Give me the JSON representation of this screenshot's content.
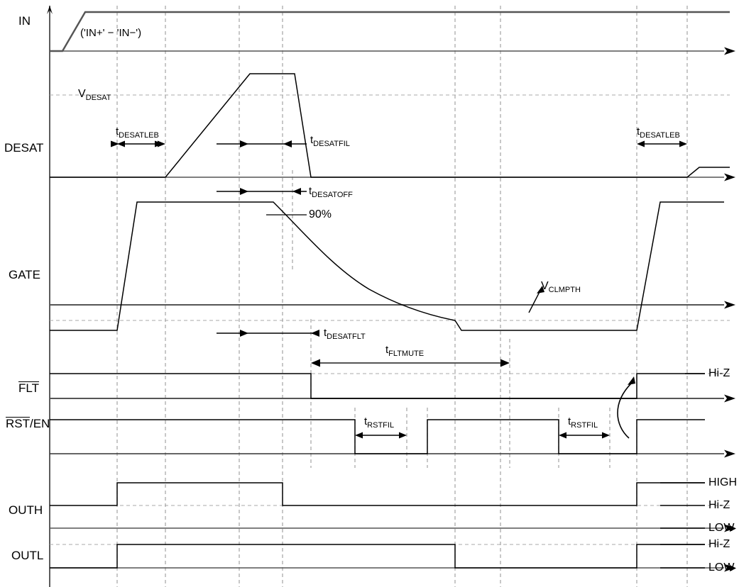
{
  "diagram": {
    "title": "DESAT fault timing diagram",
    "signals": [
      {
        "name": "IN",
        "label": "IN"
      },
      {
        "name": "DESAT",
        "label": "DESAT"
      },
      {
        "name": "GATE",
        "label": "GATE"
      },
      {
        "name": "FLT",
        "label": "FLT",
        "overline": true
      },
      {
        "name": "RST_EN",
        "label": "RST/EN",
        "overline_part": "RST"
      },
      {
        "name": "OUTH",
        "label": "OUTH"
      },
      {
        "name": "OUTL",
        "label": "OUTL"
      }
    ],
    "annotations": {
      "in_expr": "('IN+' − 'IN−')",
      "v_desat": {
        "base": "V",
        "sub": "DESAT"
      },
      "v_clmpth": {
        "base": "V",
        "sub": "CLMPTH"
      },
      "pct90": "90%"
    },
    "timing_labels": [
      {
        "id": "t_desatleb_1",
        "base": "t",
        "sub": "DESATLEB"
      },
      {
        "id": "t_desatfil",
        "base": "t",
        "sub": "DESATFIL"
      },
      {
        "id": "t_desatoff",
        "base": "t",
        "sub": "DESATOFF"
      },
      {
        "id": "t_desatflt",
        "base": "t",
        "sub": "DESATFLT"
      },
      {
        "id": "t_fltmute",
        "base": "t",
        "sub": "FLTMUTE"
      },
      {
        "id": "t_rstfil_1",
        "base": "t",
        "sub": "RSTFIL"
      },
      {
        "id": "t_rstfil_2",
        "base": "t",
        "sub": "RSTFIL"
      },
      {
        "id": "t_desatleb_2",
        "base": "t",
        "sub": "DESATLEB"
      }
    ],
    "right_labels": [
      {
        "id": "flt_hiz",
        "text": "Hi-Z"
      },
      {
        "id": "outh_high",
        "text": "HIGH"
      },
      {
        "id": "outh_hiz",
        "text": "Hi-Z"
      },
      {
        "id": "outh_low",
        "text": "LOW"
      },
      {
        "id": "outl_hiz",
        "text": "Hi-Z"
      },
      {
        "id": "outl_low",
        "text": "LOW"
      }
    ],
    "colors": {
      "waveform": "#000000",
      "axis": "#555555",
      "gridline": "#999999",
      "background": "#ffffff"
    }
  },
  "chart_data": {
    "type": "line",
    "title": "DESAT fault timing diagram",
    "xlabel": "",
    "ylabel": "",
    "grid": true,
    "legend_position": "none",
    "time_markers": [
      165,
      233,
      337,
      398,
      438,
      641,
      705,
      718,
      859,
      897,
      968
    ],
    "series": [
      {
        "name": "IN",
        "points": "low until t=88, ramps high by t=120, stays high to end"
      },
      {
        "name": "DESAT",
        "points": "low until t=233, ramps up crossing V_DESAT at t=337, peak t=352-415, falls to zero by t=438, low until t=968, small rise at end"
      },
      {
        "name": "GATE",
        "points": "low until t=165, ramps high by t=193, high plateau to t=385, 90% point, exponential decay to V_CLMPTH at t=641, low until t=897, ramps high by t=930"
      },
      {
        "name": "FLT",
        "points": "high (Hi-Z) until t=438, low until t=897, returns high (Hi-Z)"
      },
      {
        "name": "RST/EN",
        "points": "high until t=500, low until t=602, high until t=787, low until t=897, high to end"
      },
      {
        "name": "OUTH",
        "points": "Hi-Z until t=165, HIGH until t=398, Hi-Z until t=897, HIGH to end"
      },
      {
        "name": "OUTL",
        "points": "LOW until t=165, Hi-Z until t=641, LOW until t=897, Hi-Z to end"
      }
    ]
  }
}
